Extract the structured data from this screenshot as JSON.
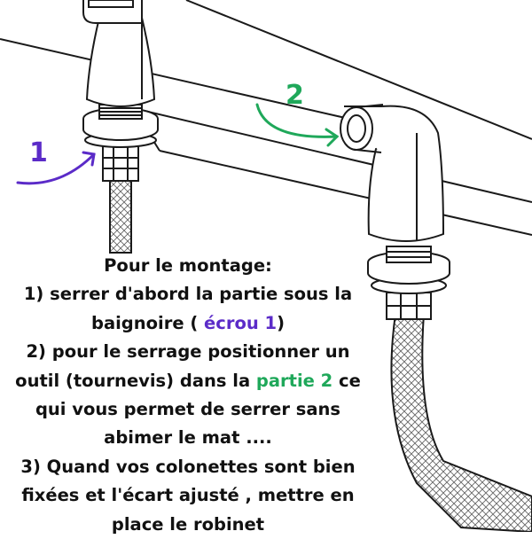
{
  "colors": {
    "line": "#1a1a1a",
    "text": "#111111",
    "callout_1": "#5b2bc8",
    "callout_2": "#1fa85a"
  },
  "callouts": {
    "one": "1",
    "two": "2"
  },
  "instructions": {
    "heading": "Pour le montage:",
    "step1_a": "1) serrer d'abord la partie sous la",
    "step1_b_pre": "baignoire ( ",
    "step1_b_hl": "écrou 1",
    "step1_b_post": ")",
    "step2_a": "2) pour le serrage positionner un",
    "step2_b_pre": "outil (tournevis) dans la ",
    "step2_b_hl": "partie 2",
    "step2_b_post": " ce",
    "step2_c": "qui vous permet de serrer sans",
    "step2_d": "abimer le mat ....",
    "step3_a": "3) Quand vos colonettes sont bien",
    "step3_b": "fixées et l'écart ajusté , mettre en",
    "step3_c": "place le robinet"
  }
}
